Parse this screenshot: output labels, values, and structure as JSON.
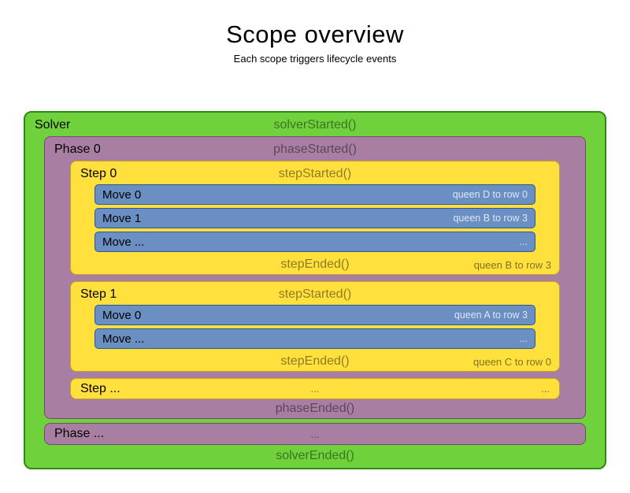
{
  "title": "Scope overview",
  "subtitle": "Each scope triggers lifecycle events",
  "colors": {
    "solver_fill": "#6FD13C",
    "solver_border": "#2E8A10",
    "phase_fill": "#A87FA3",
    "phase_border": "#76486F",
    "step_fill": "#FFE03D",
    "step_border": "#C7A22A",
    "move_fill": "#6A8FC3",
    "move_border": "#33588D"
  },
  "solver": {
    "label": "Solver",
    "started_event": "solverStarted()",
    "ended_event": "solverEnded()"
  },
  "phase": {
    "label": "Phase 0",
    "started_event": "phaseStarted()",
    "ended_event": "phaseEnded()"
  },
  "steps": [
    {
      "label": "Step 0",
      "started_event": "stepStarted()",
      "ended_event": "stepEnded()",
      "ended_detail": "queen B to row 3",
      "moves": [
        {
          "label": "Move 0",
          "detail": "queen D to row 0"
        },
        {
          "label": "Move 1",
          "detail": "queen B to row 3"
        },
        {
          "label": "Move ...",
          "detail": "..."
        }
      ]
    },
    {
      "label": "Step 1",
      "started_event": "stepStarted()",
      "ended_event": "stepEnded()",
      "ended_detail": "queen C to row 0",
      "moves": [
        {
          "label": "Move 0",
          "detail": "queen A to row 3"
        },
        {
          "label": "Move ...",
          "detail": "..."
        }
      ]
    }
  ],
  "step_more": {
    "label": "Step ...",
    "center": "...",
    "right": "..."
  },
  "phase_more": {
    "label": "Phase ...",
    "center": "..."
  }
}
